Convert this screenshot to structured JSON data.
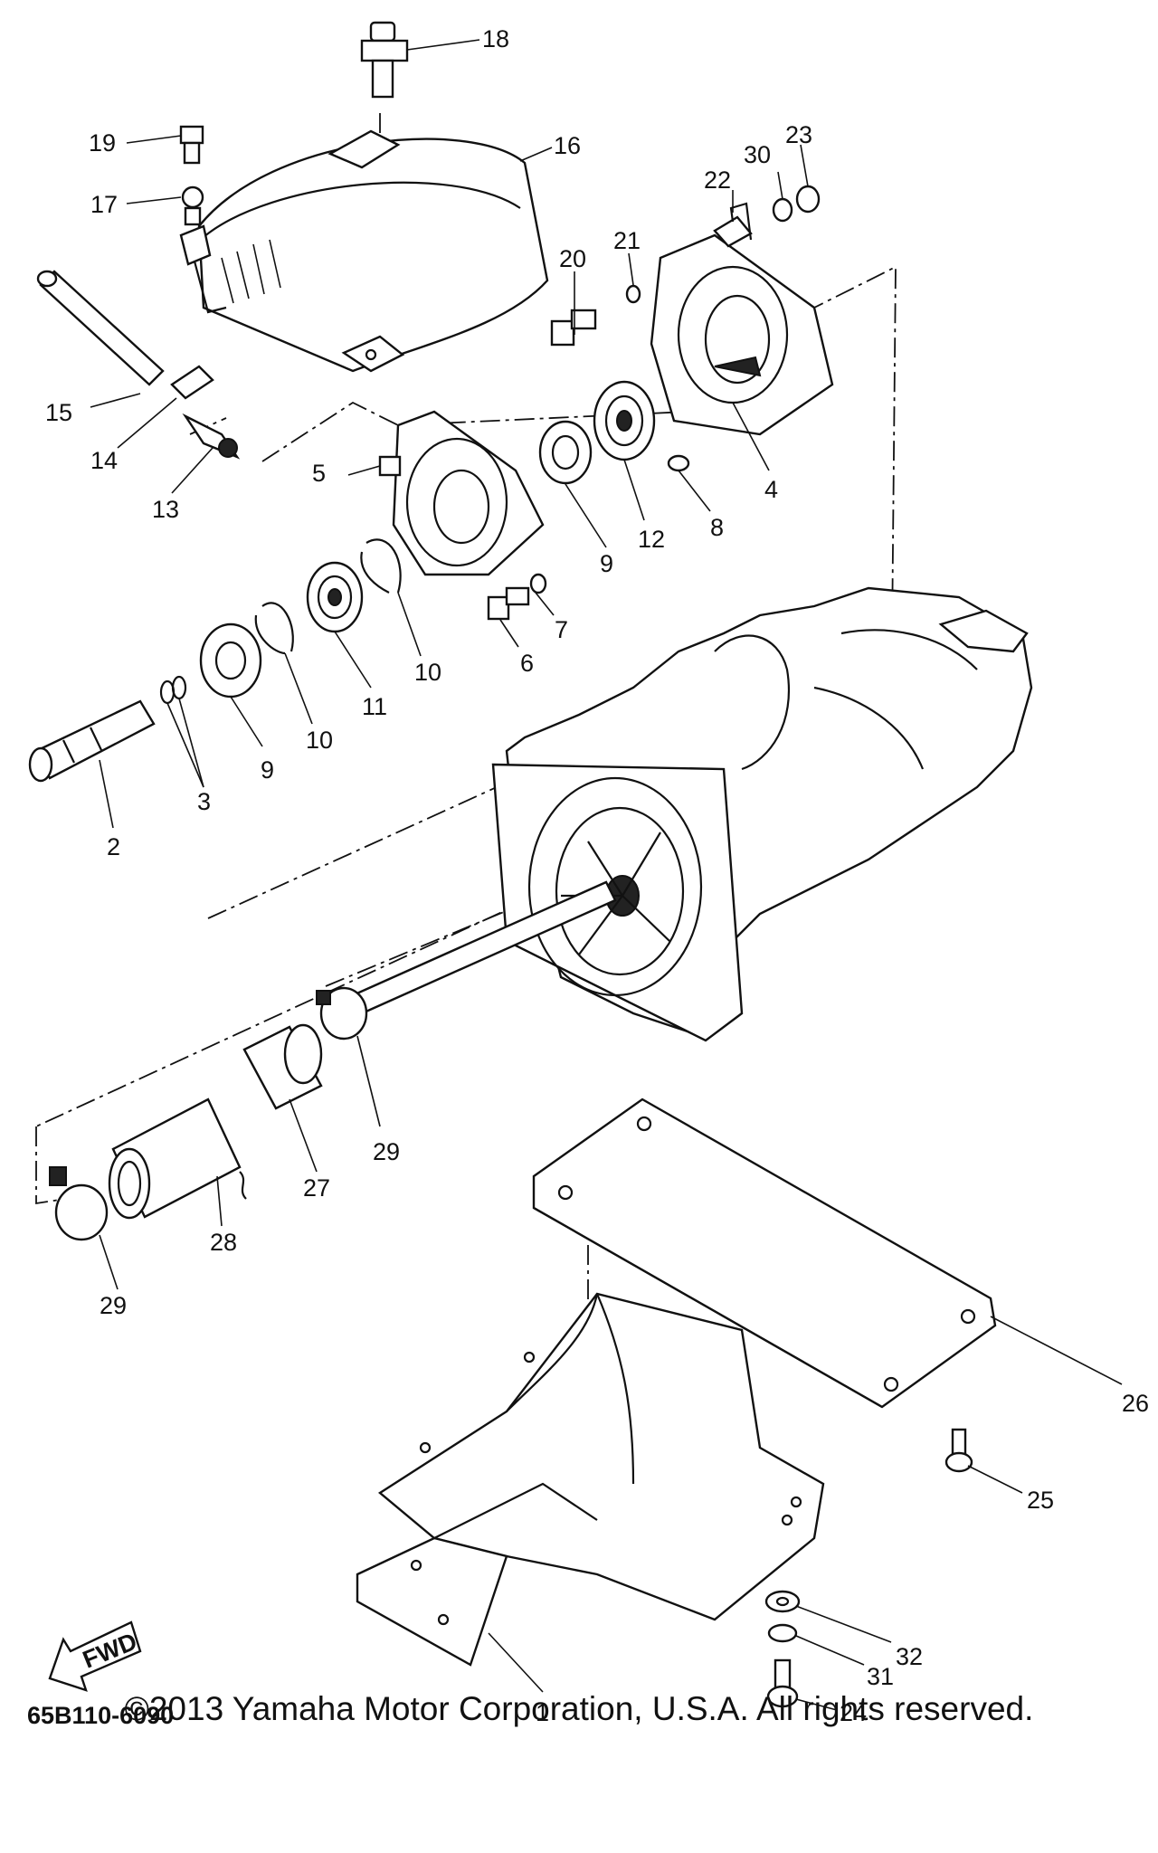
{
  "diagram": {
    "part_numbers": [
      "1",
      "2",
      "3",
      "4",
      "5",
      "6",
      "7",
      "8",
      "9",
      "9",
      "10",
      "10",
      "11",
      "12",
      "13",
      "14",
      "15",
      "16",
      "17",
      "18",
      "19",
      "20",
      "21",
      "22",
      "23",
      "24",
      "25",
      "26",
      "27",
      "28",
      "29",
      "29",
      "30",
      "31",
      "32"
    ],
    "fwd_label": "FWD",
    "diagram_code": "65B110-6090"
  },
  "footer": {
    "copyright": "©2013 Yamaha Motor Corporation, U.S.A. All rights reserved."
  }
}
